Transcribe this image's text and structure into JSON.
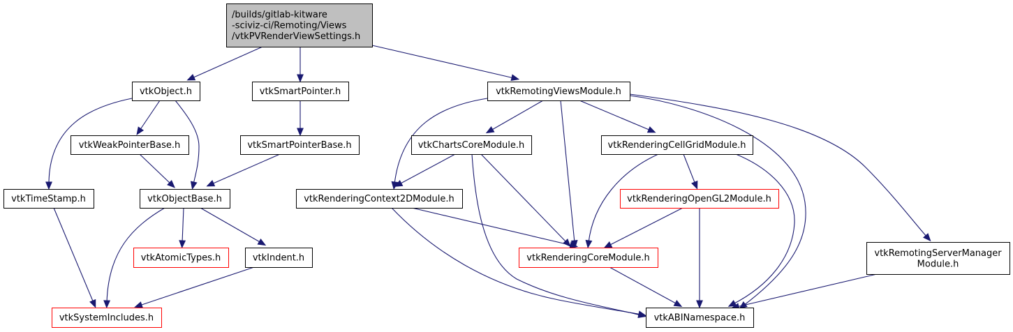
{
  "diagram": {
    "title": "Include dependency graph for vtkPVRenderViewSettings.h",
    "colors": {
      "edge": "#191970",
      "root_fill": "#bfbfbf",
      "normal_border": "#000000",
      "truncated_border": "#ff0000"
    },
    "nodes": [
      {
        "id": "root",
        "lines": [
          "/builds/gitlab-kitware",
          "-sciviz-ci/Remoting/Views",
          "/vtkPVRenderViewSettings.h"
        ],
        "kind": "root"
      },
      {
        "id": "vtkObject",
        "lines": [
          "vtkObject.h"
        ],
        "kind": "normal"
      },
      {
        "id": "vtkSmartPointer",
        "lines": [
          "vtkSmartPointer.h"
        ],
        "kind": "normal"
      },
      {
        "id": "vtkRemotingViewsModule",
        "lines": [
          "vtkRemotingViewsModule.h"
        ],
        "kind": "normal"
      },
      {
        "id": "vtkWeakPointerBase",
        "lines": [
          "vtkWeakPointerBase.h"
        ],
        "kind": "normal"
      },
      {
        "id": "vtkSmartPointerBase",
        "lines": [
          "vtkSmartPointerBase.h"
        ],
        "kind": "normal"
      },
      {
        "id": "vtkChartsCoreModule",
        "lines": [
          "vtkChartsCoreModule.h"
        ],
        "kind": "normal"
      },
      {
        "id": "vtkRenderingCellGridModule",
        "lines": [
          "vtkRenderingCellGridModule.h"
        ],
        "kind": "normal"
      },
      {
        "id": "vtkTimeStamp",
        "lines": [
          "vtkTimeStamp.h"
        ],
        "kind": "normal"
      },
      {
        "id": "vtkObjectBase",
        "lines": [
          "vtkObjectBase.h"
        ],
        "kind": "normal"
      },
      {
        "id": "vtkRenderingContext2DModule",
        "lines": [
          "vtkRenderingContext2DModule.h"
        ],
        "kind": "normal"
      },
      {
        "id": "vtkRenderingOpenGL2Module",
        "lines": [
          "vtkRenderingOpenGL2Module.h"
        ],
        "kind": "truncated"
      },
      {
        "id": "vtkAtomicTypes",
        "lines": [
          "vtkAtomicTypes.h"
        ],
        "kind": "truncated"
      },
      {
        "id": "vtkIndent",
        "lines": [
          "vtkIndent.h"
        ],
        "kind": "normal"
      },
      {
        "id": "vtkRenderingCoreModule",
        "lines": [
          "vtkRenderingCoreModule.h"
        ],
        "kind": "truncated"
      },
      {
        "id": "vtkRemotingServerManagerModule",
        "lines": [
          "vtkRemotingServerManager",
          "Module.h"
        ],
        "kind": "normal"
      },
      {
        "id": "vtkSystemIncludes",
        "lines": [
          "vtkSystemIncludes.h"
        ],
        "kind": "truncated"
      },
      {
        "id": "vtkABINamespace",
        "lines": [
          "vtkABINamespace.h"
        ],
        "kind": "normal"
      }
    ],
    "edges": [
      {
        "from": "root",
        "to": "vtkObject"
      },
      {
        "from": "root",
        "to": "vtkSmartPointer"
      },
      {
        "from": "root",
        "to": "vtkRemotingViewsModule"
      },
      {
        "from": "vtkObject",
        "to": "vtkTimeStamp"
      },
      {
        "from": "vtkObject",
        "to": "vtkWeakPointerBase"
      },
      {
        "from": "vtkObject",
        "to": "vtkObjectBase"
      },
      {
        "from": "vtkSmartPointer",
        "to": "vtkSmartPointerBase"
      },
      {
        "from": "vtkWeakPointerBase",
        "to": "vtkObjectBase"
      },
      {
        "from": "vtkSmartPointerBase",
        "to": "vtkObjectBase"
      },
      {
        "from": "vtkTimeStamp",
        "to": "vtkSystemIncludes"
      },
      {
        "from": "vtkObjectBase",
        "to": "vtkSystemIncludes"
      },
      {
        "from": "vtkObjectBase",
        "to": "vtkAtomicTypes"
      },
      {
        "from": "vtkObjectBase",
        "to": "vtkIndent"
      },
      {
        "from": "vtkIndent",
        "to": "vtkSystemIncludes"
      },
      {
        "from": "vtkRemotingViewsModule",
        "to": "vtkRenderingContext2DModule"
      },
      {
        "from": "vtkRemotingViewsModule",
        "to": "vtkChartsCoreModule"
      },
      {
        "from": "vtkRemotingViewsModule",
        "to": "vtkRenderingCoreModule"
      },
      {
        "from": "vtkRemotingViewsModule",
        "to": "vtkRenderingCellGridModule"
      },
      {
        "from": "vtkRemotingViewsModule",
        "to": "vtkABINamespace"
      },
      {
        "from": "vtkRemotingViewsModule",
        "to": "vtkRemotingServerManagerModule"
      },
      {
        "from": "vtkChartsCoreModule",
        "to": "vtkRenderingContext2DModule"
      },
      {
        "from": "vtkChartsCoreModule",
        "to": "vtkRenderingCoreModule"
      },
      {
        "from": "vtkChartsCoreModule",
        "to": "vtkABINamespace"
      },
      {
        "from": "vtkRenderingCellGridModule",
        "to": "vtkRenderingOpenGL2Module"
      },
      {
        "from": "vtkRenderingCellGridModule",
        "to": "vtkRenderingCoreModule"
      },
      {
        "from": "vtkRenderingCellGridModule",
        "to": "vtkABINamespace"
      },
      {
        "from": "vtkRenderingContext2DModule",
        "to": "vtkRenderingCoreModule"
      },
      {
        "from": "vtkRenderingContext2DModule",
        "to": "vtkABINamespace"
      },
      {
        "from": "vtkRenderingOpenGL2Module",
        "to": "vtkRenderingCoreModule"
      },
      {
        "from": "vtkRenderingOpenGL2Module",
        "to": "vtkABINamespace"
      },
      {
        "from": "vtkRenderingCoreModule",
        "to": "vtkABINamespace"
      },
      {
        "from": "vtkRemotingServerManagerModule",
        "to": "vtkABINamespace"
      }
    ]
  }
}
